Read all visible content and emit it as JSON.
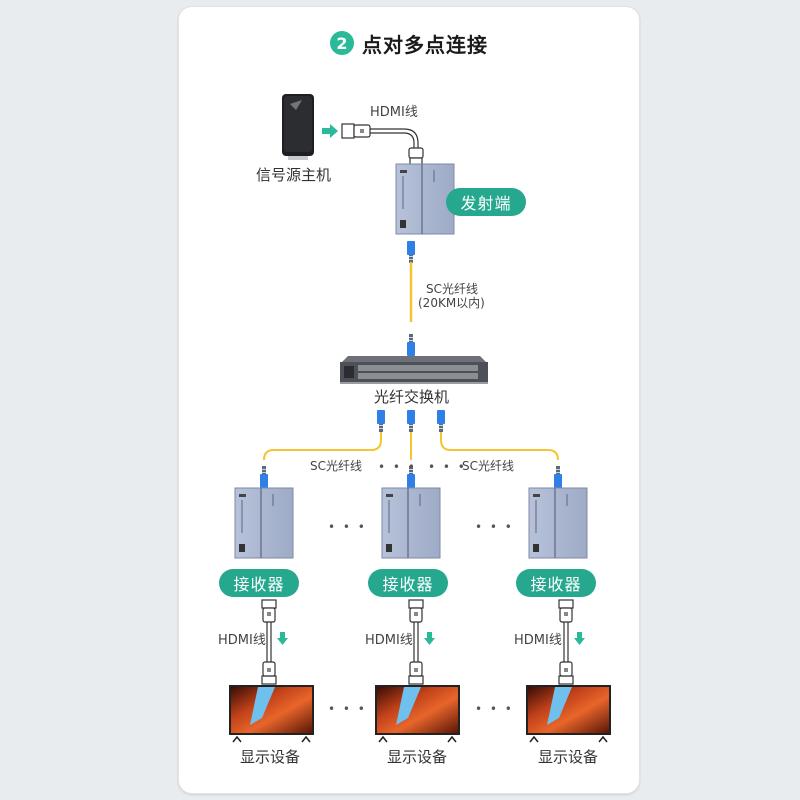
{
  "title": {
    "step_number": "2",
    "text": "点对多点连接"
  },
  "source": {
    "label": "信号源主机",
    "cable_label": "HDMI线"
  },
  "transmitter": {
    "label": "发射端"
  },
  "fiber_main": {
    "label_line1": "SC光纤线",
    "label_line2": "(20KM以内)"
  },
  "switch": {
    "label": "光纤交换机"
  },
  "fiber_branches": {
    "left_label": "SC光纤线",
    "right_label": "SC光纤线",
    "ellipsis": "• • •"
  },
  "receivers": [
    {
      "label": "接收器",
      "cable_label": "HDMI线",
      "display_label": "显示设备"
    },
    {
      "label": "接收器",
      "cable_label": "HDMI线",
      "display_label": "显示设备"
    },
    {
      "label": "接收器",
      "cable_label": "HDMI线",
      "display_label": "显示设备"
    }
  ],
  "ellipsis": "• • •",
  "colors": {
    "accent": "#26a88f",
    "badge": "#2bb99a",
    "fiber": "#f3c534",
    "connector": "#2f7fe6",
    "device": "#aab6d0"
  }
}
